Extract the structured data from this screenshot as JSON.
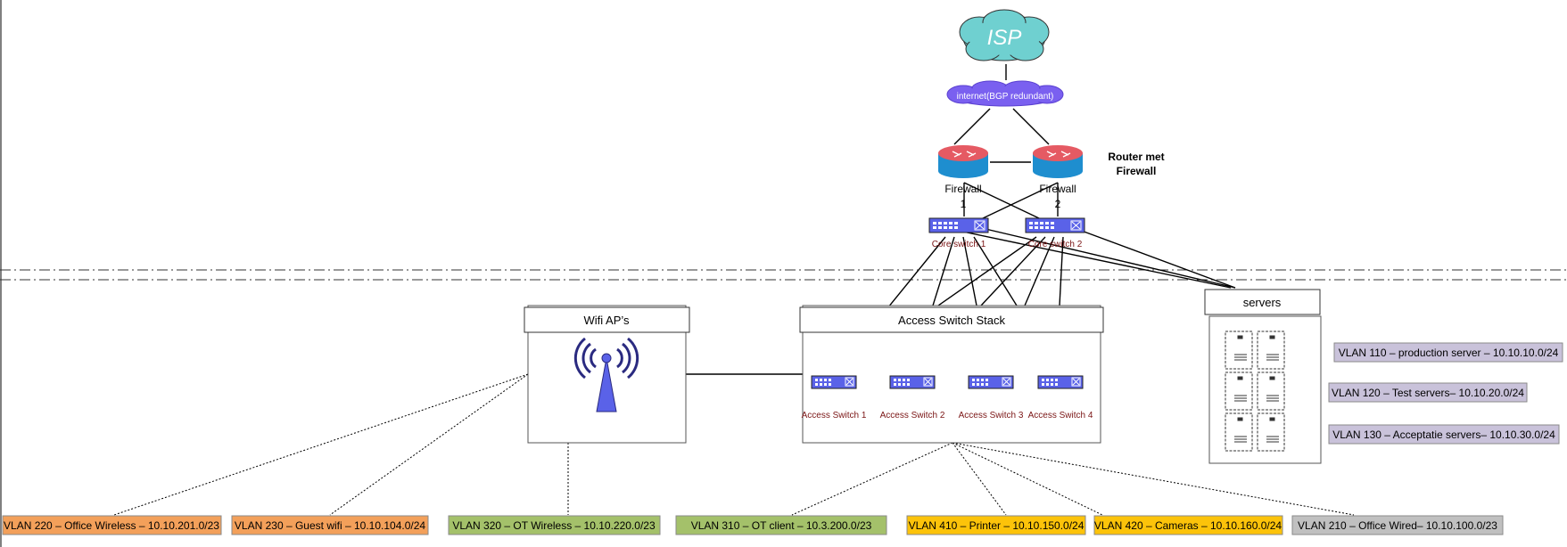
{
  "nodes": {
    "isp": {
      "label": "ISP"
    },
    "internet": {
      "label": "internet(BGP redundant)"
    },
    "router_caption": {
      "line1": "Router met",
      "line2": "Firewall"
    },
    "firewall_1": {
      "line1": "Firewall",
      "line2": "1"
    },
    "firewall_2": {
      "line1": "Firewall",
      "line2": "2"
    },
    "core_switch_1": {
      "label": "Core switch 1"
    },
    "core_switch_2": {
      "label": "Core switch 2"
    },
    "wifi_aps": {
      "label": "Wifi AP’s"
    },
    "access_switch_stack": {
      "label": "Access Switch Stack"
    },
    "access_switch_1": {
      "label": "Access Switch 1"
    },
    "access_switch_2": {
      "label": "Access Switch 2"
    },
    "access_switch_3": {
      "label": "Access Switch 3"
    },
    "access_switch_4": {
      "label": "Access Switch 4"
    },
    "servers": {
      "label": "servers"
    }
  },
  "server_vlans": [
    {
      "label": "VLAN 110 – production server – 10.10.10.0/24",
      "color": "#c9c2da"
    },
    {
      "label": "VLAN 120 – Test servers– 10.10.20.0/24",
      "color": "#c9c2da"
    },
    {
      "label": "VLAN 130 – Acceptatie servers– 10.10.30.0/24",
      "color": "#c9c2da"
    }
  ],
  "bottom_vlans": [
    {
      "label": "VLAN 220 – Office Wireless – 10.10.201.0/23",
      "color": "#f3a05a"
    },
    {
      "label": "VLAN 230 – Guest wifi – 10.10.104.0/24",
      "color": "#f3a05a"
    },
    {
      "label": "VLAN 320 – OT Wireless – 10.10.220.0/23",
      "color": "#a4c16a"
    },
    {
      "label": "VLAN 310 – OT client – 10.3.200.0/23",
      "color": "#a4c16a"
    },
    {
      "label": "VLAN 410 – Printer – 10.10.150.0/24",
      "color": "#fcc30a"
    },
    {
      "label": "VLAN 420 – Cameras – 10.10.160.0/24",
      "color": "#fcc30a"
    },
    {
      "label": "VLAN 210 – Office Wired– 10.10.100.0/23",
      "color": "#c0c0c0"
    }
  ],
  "colors": {
    "cloud": "#6fd0d0",
    "internet_cloud": "#7a60f0",
    "router_top": "#e55a63",
    "router_body": "#1e8ecf",
    "switch": "#5a62e8",
    "antenna": "#5a62e8",
    "switch_label": "#7a1414"
  }
}
